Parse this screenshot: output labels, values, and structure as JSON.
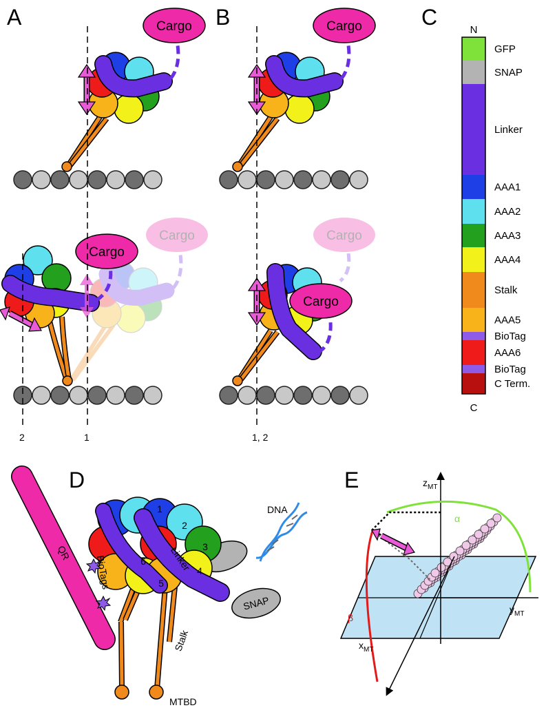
{
  "panels": {
    "a": "A",
    "b": "B",
    "c": "C",
    "d": "D",
    "e": "E"
  },
  "cargo": "Cargo",
  "guides": {
    "a_left": "2",
    "a_right": "1",
    "b": "1, 2"
  },
  "domain_bar": {
    "top_label": "N",
    "bottom_label": "C",
    "segments": [
      {
        "name": "GFP",
        "color": "#7fe23a"
      },
      {
        "name": "SNAP",
        "color": "#b3b3b3"
      },
      {
        "name": "Linker",
        "color": "#6a2fe0"
      },
      {
        "name": "AAA1",
        "color": "#1f3fe6"
      },
      {
        "name": "AAA2",
        "color": "#5fe0ef"
      },
      {
        "name": "AAA3",
        "color": "#22a01e"
      },
      {
        "name": "AAA4",
        "color": "#f2f21a"
      },
      {
        "name": "Stalk",
        "color": "#f08a1c"
      },
      {
        "name": "AAA5",
        "color": "#f8b21a"
      },
      {
        "name": "BioTag",
        "color": "#8e5ae8"
      },
      {
        "name": "AAA6",
        "color": "#ef1a1a"
      },
      {
        "name": "BioTag",
        "color": "#8e5ae8"
      },
      {
        "name": "C Term.",
        "color": "#b80f0f"
      }
    ]
  },
  "panel_d": {
    "qr": "QR",
    "biotags": "BioTags",
    "linker": "Linker",
    "dna": "DNA",
    "snap": "SNAP",
    "stalk": "Stalk",
    "mtbd": "MTBD",
    "ring_numbers": [
      "1",
      "2",
      "3",
      "4",
      "5",
      "6"
    ]
  },
  "panel_e": {
    "z": "z",
    "y": "y",
    "x": "x",
    "sub": "MT",
    "alpha": "α",
    "beta": "β"
  },
  "colors": {
    "cargo": "#ee2aa8",
    "arrow": "#e85ad6",
    "stalk": "#f08a1c",
    "mt_dark": "#6e6e6e",
    "mt_light": "#c8c8c8",
    "alpha_arc": "#7fe23a",
    "beta_arc": "#e31a1a",
    "plane": "#bfe2f5"
  }
}
